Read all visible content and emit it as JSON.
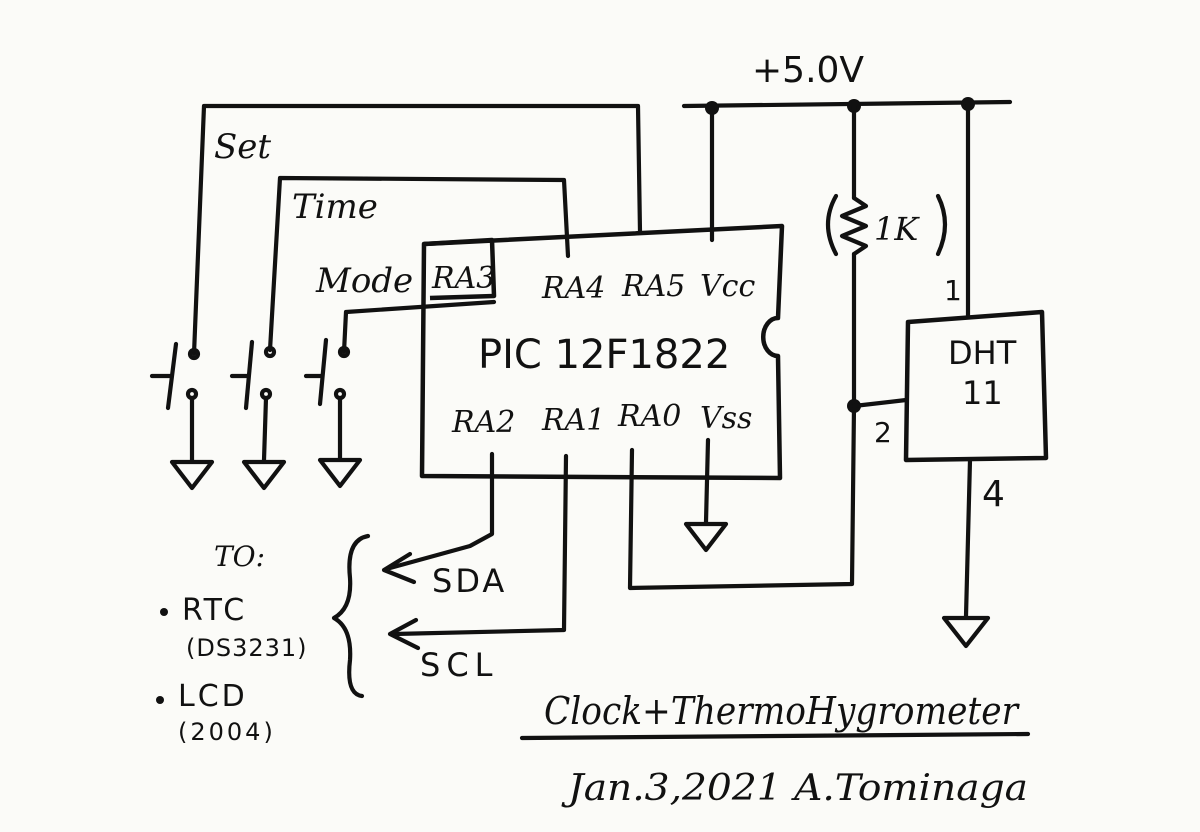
{
  "supply_label": "+5.0V",
  "switches": {
    "set_label": "Set",
    "time_label": "Time",
    "mode_label": "Mode"
  },
  "mcu": {
    "name": "PIC 12F1822",
    "pins": {
      "ra3": "RA3",
      "ra4": "RA4",
      "ra5": "RA5",
      "vcc": "Vcc",
      "ra2": "RA2",
      "ra1": "RA1",
      "ra0": "RA0",
      "vss": "Vss"
    }
  },
  "resistor_label": "1K",
  "sensor": {
    "name_line1": "DHT",
    "name_line2": "11",
    "pin1": "1",
    "pin2": "2",
    "pin4": "4"
  },
  "bus": {
    "sda_label": "SDA",
    "scl_label": "SCL"
  },
  "destination": {
    "to_label": "TO:",
    "rtc_label": "RTC",
    "rtc_part": "(DS3231)",
    "lcd_label": "LCD",
    "lcd_part": "(2004)"
  },
  "title": "Clock+ThermoHygrometer",
  "byline": "Jan.3,2021 A.Tominaga"
}
